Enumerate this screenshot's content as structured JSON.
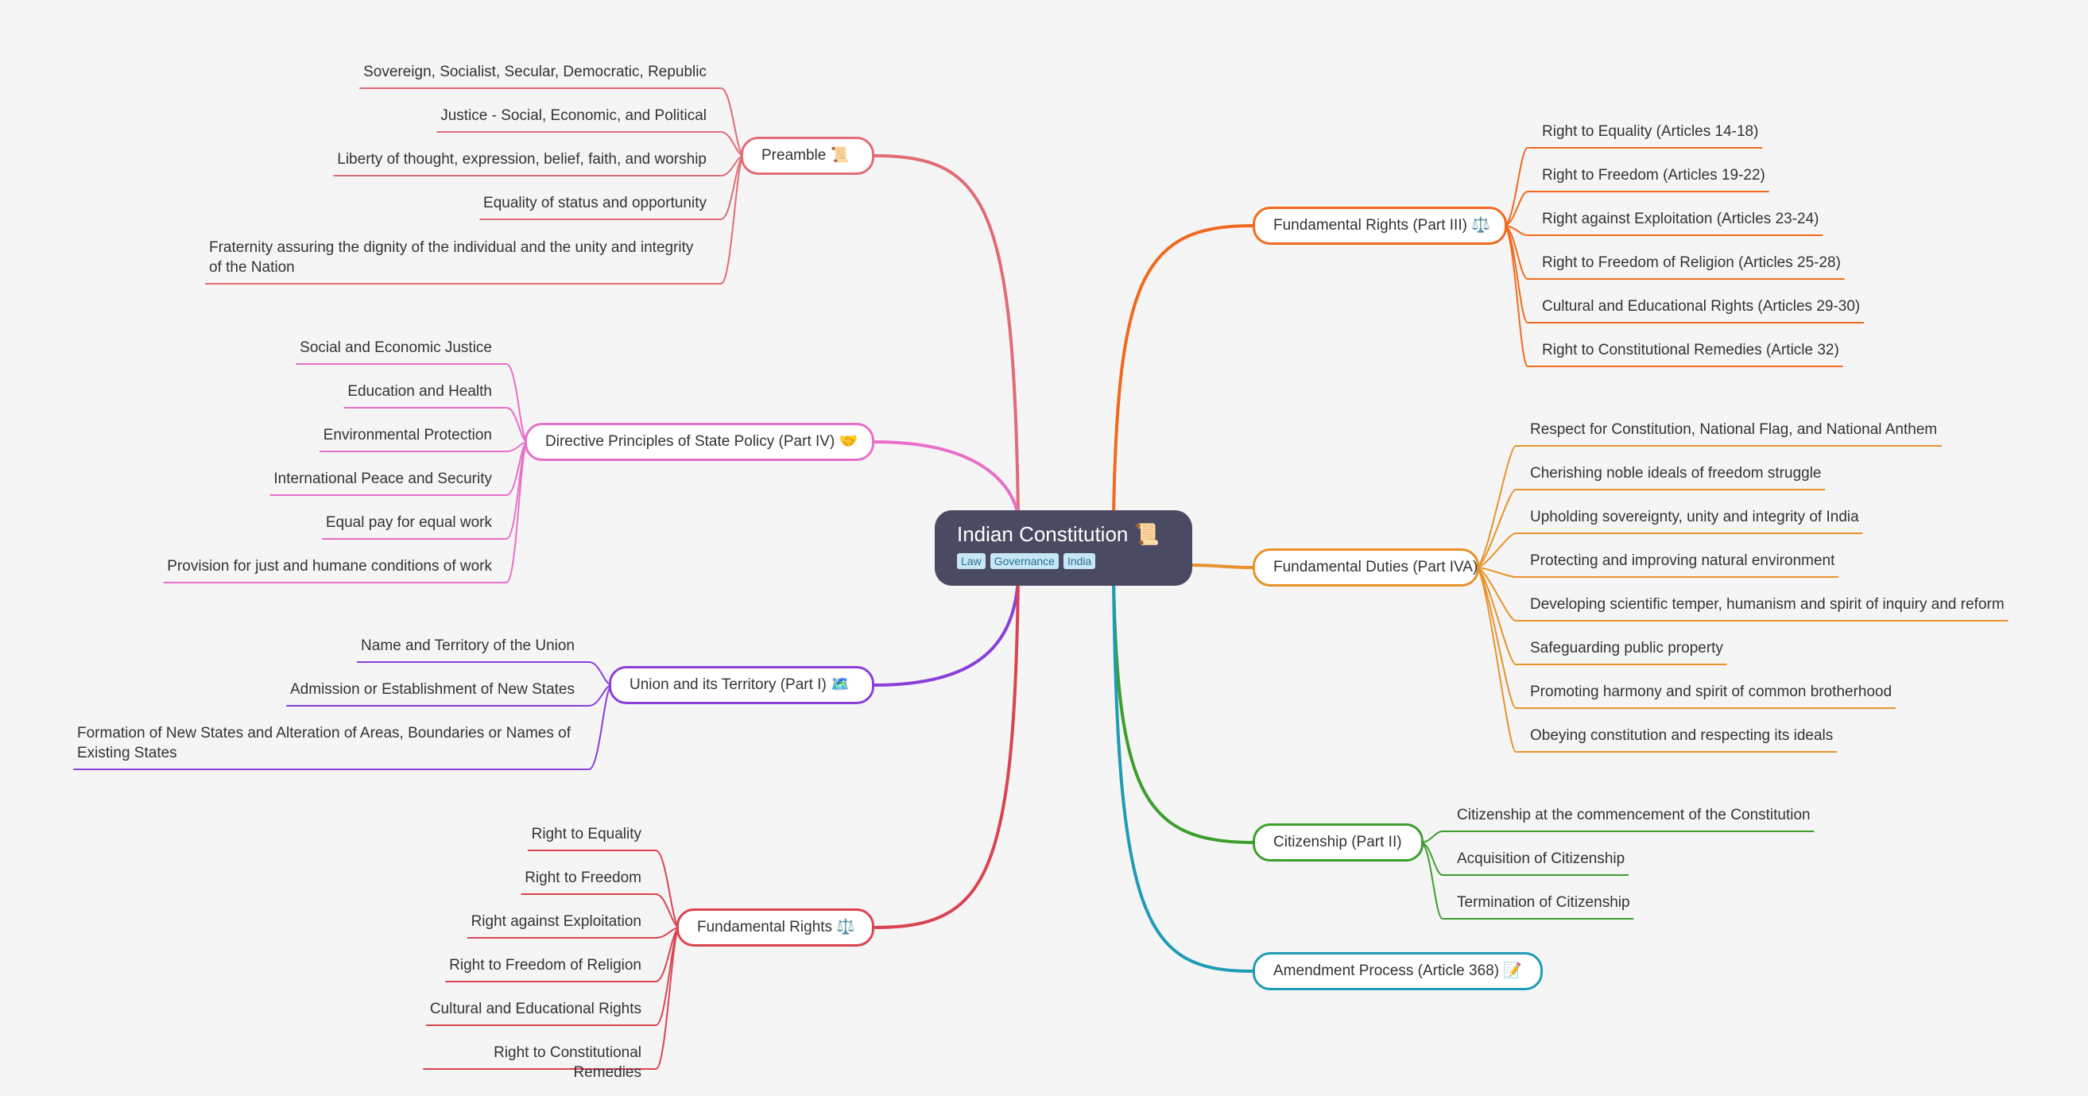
{
  "root": {
    "title": "Indian Constitution 📜",
    "tags": [
      "Law",
      "Governance",
      "India"
    ]
  },
  "branches": {
    "preamble": {
      "label": "Preamble 📜",
      "color": "#e06c75",
      "items": [
        "Sovereign, Socialist, Secular, Democratic, Republic",
        "Justice - Social, Economic, and Political",
        "Liberty of thought, expression, belief, faith, and worship",
        "Equality of status and opportunity",
        "Fraternity assuring the dignity of the individual and the unity and integrity of the Nation"
      ]
    },
    "directive": {
      "label": "Directive Principles of State Policy (Part IV) 🤝",
      "color": "#e86fc8",
      "items": [
        "Social and Economic Justice",
        "Education and Health",
        "Environmental Protection",
        "International Peace and Security",
        "Equal pay for equal work",
        "Provision for just and humane conditions of work"
      ]
    },
    "union": {
      "label": "Union and its Territory (Part I) 🗺️",
      "color": "#8b3fd9",
      "items": [
        "Name and Territory of the Union",
        "Admission or Establishment of New States",
        "Formation of New States and Alteration of Areas, Boundaries or Names of Existing States"
      ]
    },
    "rights_left": {
      "label": "Fundamental Rights ⚖️",
      "color": "#d94452",
      "items": [
        "Right to Equality",
        "Right to Freedom",
        "Right against Exploitation",
        "Right to Freedom of Religion",
        "Cultural and Educational Rights",
        "Right to Constitutional Remedies"
      ]
    },
    "rights_right": {
      "label": "Fundamental Rights (Part III) ⚖️",
      "color": "#f06a1d",
      "items": [
        "Right to Equality (Articles 14-18)",
        "Right to Freedom (Articles 19-22)",
        "Right against Exploitation (Articles 23-24)",
        "Right to Freedom of Religion (Articles 25-28)",
        "Cultural and Educational Rights (Articles 29-30)",
        "Right to Constitutional Remedies (Article 32)"
      ]
    },
    "duties": {
      "label": "Fundamental Duties (Part IVA)",
      "color": "#e8922a",
      "items": [
        "Respect for Constitution, National Flag, and National Anthem",
        "Cherishing noble ideals of freedom struggle",
        "Upholding sovereignty, unity and integrity of India",
        "Protecting and improving natural environment",
        "Developing scientific temper, humanism and spirit of inquiry and reform",
        "Safeguarding public property",
        "Promoting harmony and spirit of common brotherhood",
        "Obeying constitution and respecting its ideals"
      ]
    },
    "citizenship": {
      "label": "Citizenship (Part II)",
      "color": "#3d9e2e",
      "items": [
        "Citizenship at the commencement of the Constitution",
        "Acquisition of Citizenship",
        "Termination of Citizenship"
      ]
    },
    "amendment": {
      "label": "Amendment Process (Article 368) 📝",
      "color": "#1f9bb5",
      "items": []
    }
  }
}
